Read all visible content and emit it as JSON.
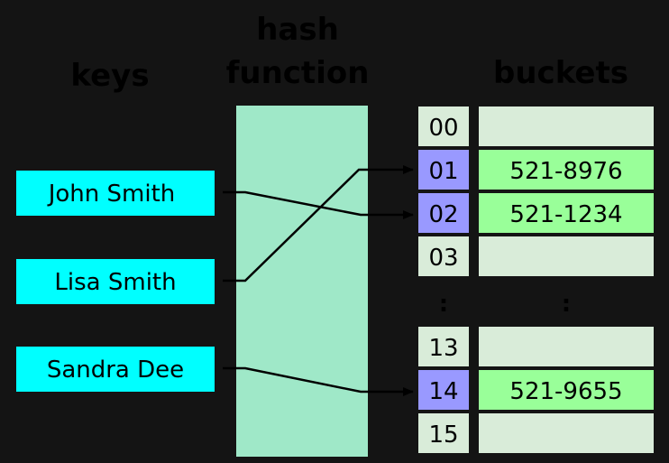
{
  "headers": {
    "keys": "keys",
    "hash_line1": "hash",
    "hash_line2": "function",
    "buckets": "buckets"
  },
  "keys": [
    {
      "label": "John Smith"
    },
    {
      "label": "Lisa Smith"
    },
    {
      "label": "Sandra Dee"
    }
  ],
  "buckets": [
    {
      "index": "00",
      "value": ""
    },
    {
      "index": "01",
      "value": "521-8976"
    },
    {
      "index": "02",
      "value": "521-1234"
    },
    {
      "index": "03",
      "value": ""
    },
    {
      "index": "13",
      "value": ""
    },
    {
      "index": "14",
      "value": "521-9655"
    },
    {
      "index": "15",
      "value": ""
    }
  ],
  "ellipsis": ":",
  "mappings": [
    {
      "key": "John Smith",
      "bucket": "02"
    },
    {
      "key": "Lisa Smith",
      "bucket": "01"
    },
    {
      "key": "Sandra Dee",
      "bucket": "14"
    }
  ],
  "colors": {
    "background": "#141414",
    "key_box": "#00ffff",
    "hash_function_box": "#9fe8c8",
    "index_empty": "#d9ecd9",
    "index_occupied": "#9999ff",
    "value_empty": "#d9ecd9",
    "value_occupied": "#99ff99",
    "line": "#000000"
  }
}
